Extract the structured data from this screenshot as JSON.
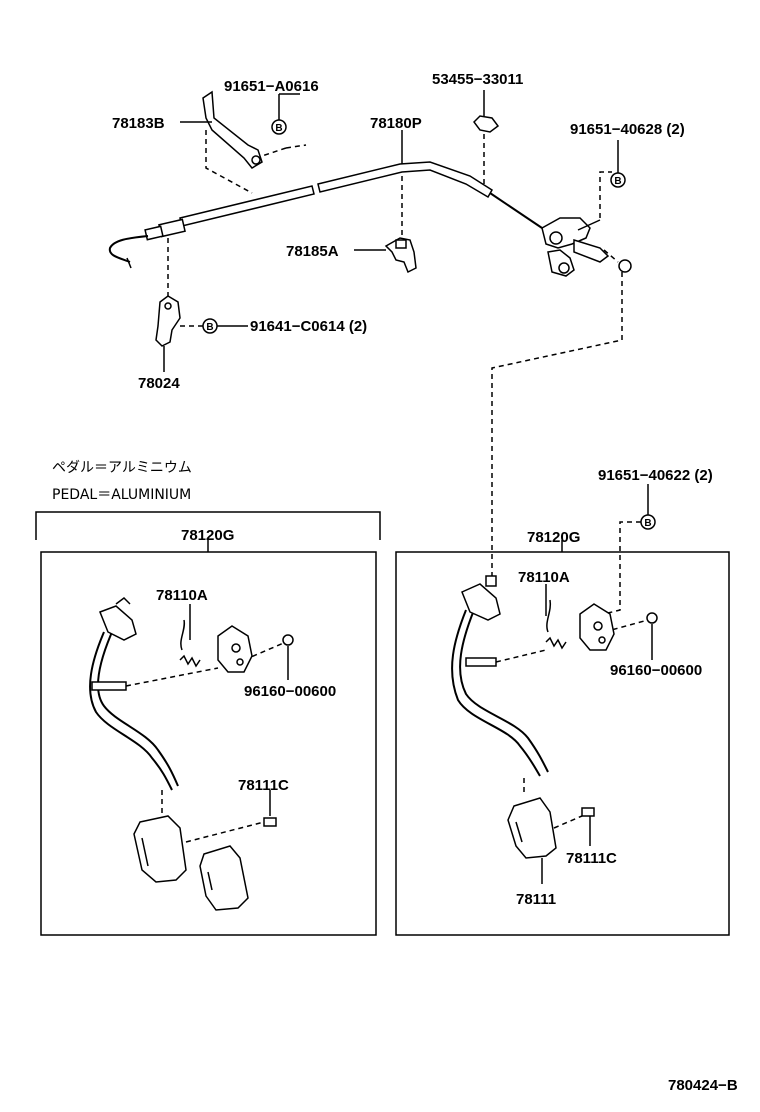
{
  "labels": {
    "p78183B": "78183B",
    "p91651A0616": "91651−A0616",
    "p78180P": "78180P",
    "p5345533011": "53455−33011",
    "p9165140628": "91651−40628 (2)",
    "p78185A": "78185A",
    "p91641C0614": "91641−C0614 (2)",
    "p78024": "78024",
    "p9165140622": "91651−40622 (2)",
    "p78120G_left": "78120G",
    "p78120G_right": "78120G",
    "p78110A_left": "78110A",
    "p78110A_right": "78110A",
    "p9616000600_left": "96160−00600",
    "p9616000600_right": "96160−00600",
    "p78111C_left": "78111C",
    "p78111C_right": "78111C",
    "p78111": "78111",
    "bolt_mark": "B"
  },
  "note": {
    "jp": "ペダル＝アルミニウム",
    "en": "PEDAL＝ALUMINIUM"
  },
  "diagram_code": "780424−B"
}
